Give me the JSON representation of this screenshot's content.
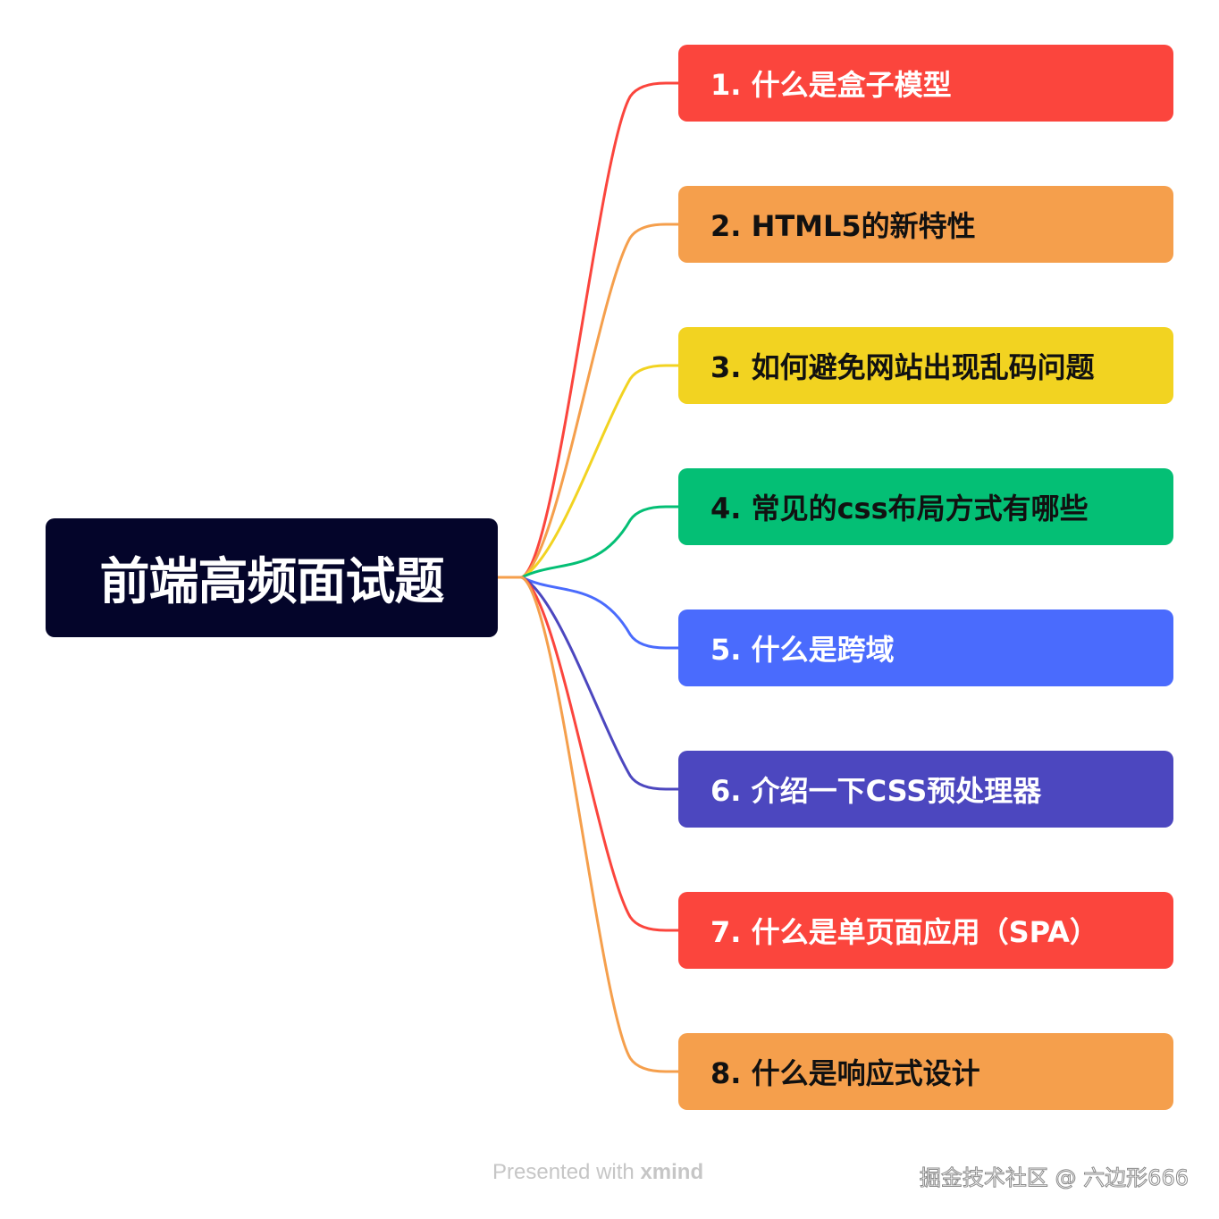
{
  "root": {
    "label": "前端高频面试题"
  },
  "topics": [
    {
      "label": "1. 什么是盒子模型",
      "color": "#fb453d",
      "text_color": "#ffffff"
    },
    {
      "label": "2. HTML5的新特性",
      "color": "#f59f4c",
      "text_color": "#111111"
    },
    {
      "label": "3. 如何避免网站出现乱码问题",
      "color": "#f2d321",
      "text_color": "#111111"
    },
    {
      "label": "4. 常见的css布局方式有哪些",
      "color": "#04bf75",
      "text_color": "#111111"
    },
    {
      "label": "5. 什么是跨域",
      "color": "#4a6bfd",
      "text_color": "#ffffff"
    },
    {
      "label": "6. 介绍一下CSS预处理器",
      "color": "#4c47bf",
      "text_color": "#ffffff"
    },
    {
      "label": "7. 什么是单页面应用（SPA）",
      "color": "#fb453d",
      "text_color": "#ffffff"
    },
    {
      "label": "8. 什么是响应式设计",
      "color": "#f59f4c",
      "text_color": "#111111"
    }
  ],
  "footer": {
    "presented_prefix": "Presented with",
    "presented_brand": "xmind",
    "site_watermark": "掘金技术社区 @ 六边形666"
  }
}
